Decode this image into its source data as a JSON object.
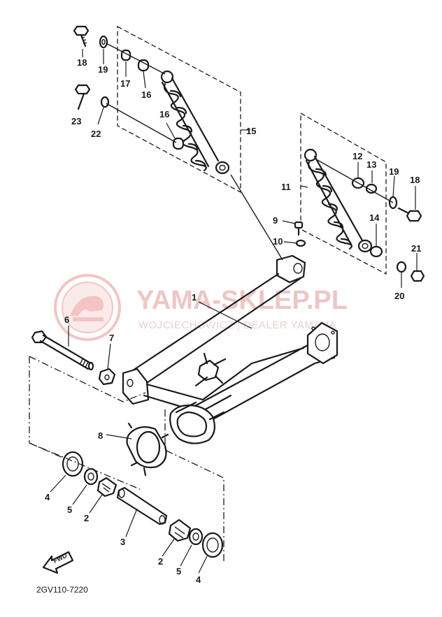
{
  "watermark": {
    "brand": "YAMA-SKLEP.PL",
    "subtitle": "WOJCIECHOWICZ | DEALER YAMAHA",
    "logo_color": "#e05a5a"
  },
  "diagram_code": "2GV110-7220",
  "direction_label": "FWD",
  "callouts": {
    "c1": "1",
    "c2a": "2",
    "c2b": "2",
    "c3": "3",
    "c4a": "4",
    "c4b": "4",
    "c5a": "5",
    "c5b": "5",
    "c6": "6",
    "c7": "7",
    "c8": "8",
    "c9": "9",
    "c10": "10",
    "c11": "11",
    "c12": "12",
    "c13": "13",
    "c14": "14",
    "c15": "15",
    "c16a": "16",
    "c16b": "16",
    "c17": "17",
    "c18a": "18",
    "c18b": "18",
    "c19a": "19",
    "c19b": "19",
    "c20": "20",
    "c21": "21",
    "c22": "22",
    "c23": "23"
  }
}
